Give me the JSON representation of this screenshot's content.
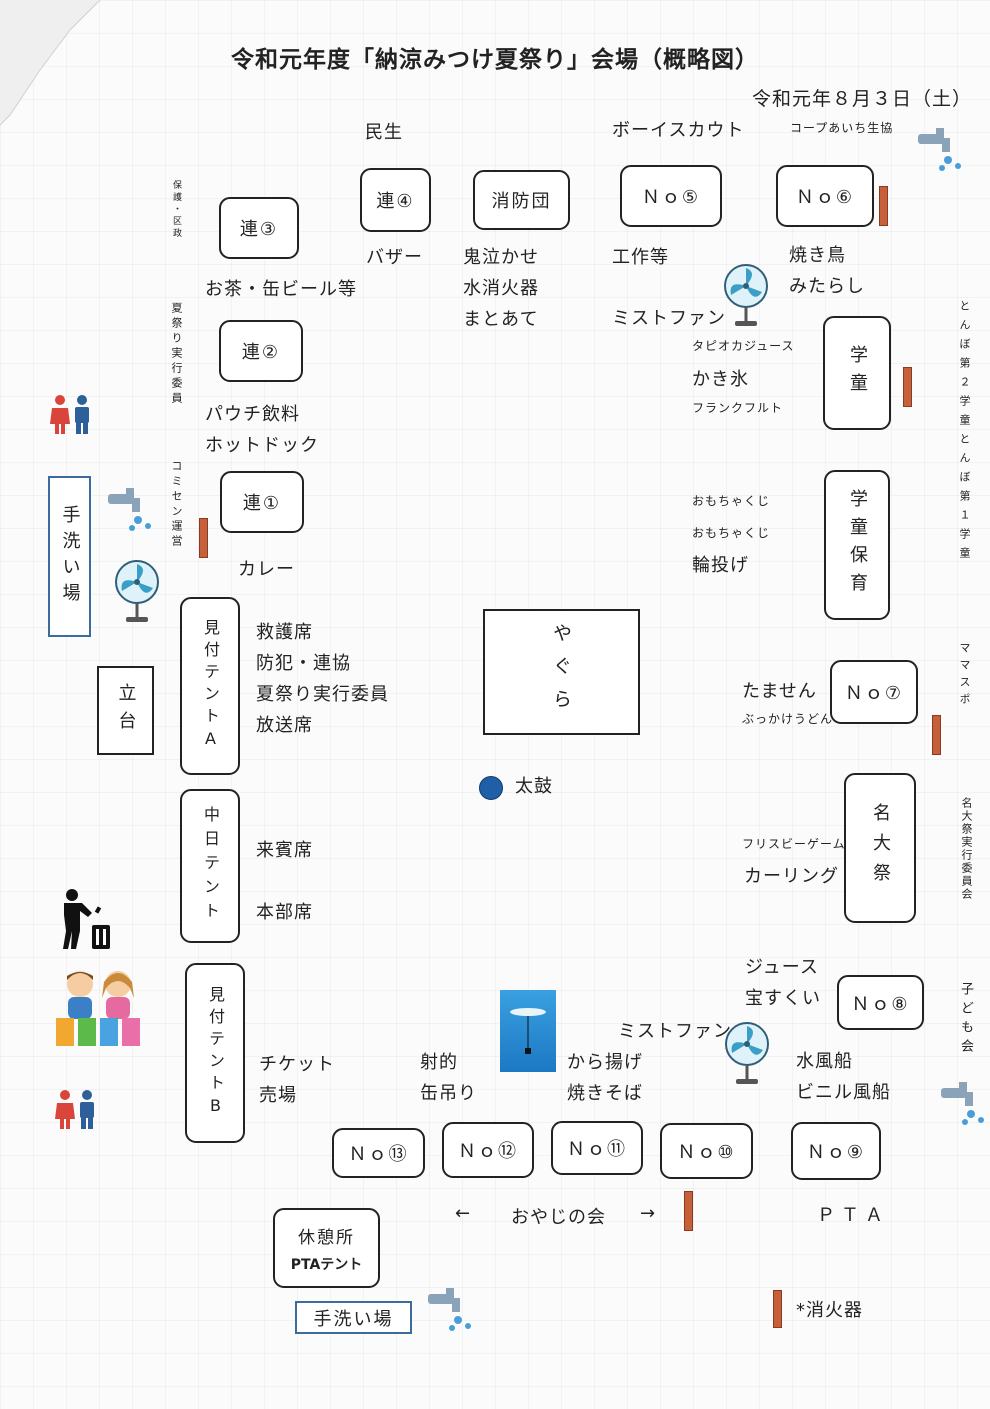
{
  "title": "令和元年度「納涼みつけ夏祭り」会場（概略図）",
  "date": "令和元年８月３日（土）",
  "top_labels": {
    "minsei": "民生",
    "boyscout": "ボーイスカウト",
    "coop": "コープあいち生協"
  },
  "booths": {
    "ren3": "連③",
    "ren4": "連④",
    "shobodan": "消防団",
    "no5": "Ｎｏ⑤",
    "no6": "Ｎｏ⑥",
    "ren2": "連②",
    "ren1": "連①",
    "gakudo": "学童",
    "gakudo_hoiku": "学童保育",
    "yagura": "やぐら",
    "no7": "Ｎｏ⑦",
    "meidaisai": "名大祭",
    "no8": "Ｎｏ⑧",
    "tent_a": "見付テントA",
    "chunichi": "中日テント",
    "tent_b": "見付テントB",
    "tachidai": "立台",
    "no13": "Ｎｏ⑬",
    "no12": "Ｎｏ⑫",
    "no11": "Ｎｏ⑪",
    "no10": "Ｎｏ⑩",
    "no9": "Ｎｏ⑨",
    "kyukeijo_1": "休憩所",
    "kyukeijo_2": "PTAテント",
    "tearai_bottom": "手洗い場",
    "tearai_left": "手洗い場"
  },
  "items": {
    "bazaar": "バザー",
    "onaki": "鬼泣かせ",
    "mizushoka": "水消火器",
    "matoate": "まとあて",
    "kosaku": "工作等",
    "yakitori": "焼き鳥",
    "mitarashi": "みたらし",
    "ocha": "お茶・缶ビール等",
    "mistfan_top": "ミストファン",
    "tapioca": "タピオカジュース",
    "kakigori": "かき氷",
    "frank": "フランクフルト",
    "pouch": "パウチ飲料",
    "hotdog": "ホットドック",
    "omochakuji1": "おもちゃくじ",
    "omochakuji2": "おもちゃくじ",
    "wanage": "輪投げ",
    "curry": "カレー",
    "kyugo": "救護席",
    "bohan": "防犯・連協",
    "natsumatsuri_iin": "夏祭り実行委員",
    "hoso": "放送席",
    "tamasen": "たません",
    "bukkake": "ぶっかけうどん",
    "taiko": "太鼓",
    "raihin": "来賓席",
    "honbu": "本部席",
    "frisbee": "フリスビーゲーム",
    "curling": "カーリング",
    "juice": "ジュース",
    "takarasukui": "宝すくい",
    "mistfan_bottom": "ミストファン",
    "ticket": "チケット",
    "uriba": "売場",
    "shateki": "射的",
    "kantsuri": "缶吊り",
    "karaage": "から揚げ",
    "yakisoba": "焼きそば",
    "mizufusen": "水風船",
    "vinyl": "ビニル風船",
    "left_arrow": "←",
    "oyaji": "おやじの会",
    "right_arrow": "→",
    "pta": "ＰＴＡ",
    "legend_ext": "*消火器"
  },
  "vertical_labels": {
    "hoken": "保護・区政",
    "natsumatsuri": "夏祭り実行委員",
    "komisen": "コミセン運営",
    "tonbo": "とんぼ第２学童とんぼ第１学童",
    "mamasupo": "ママスポ",
    "meidaisai_iin": "名大祭実行委員会",
    "kodomo": "子ども会"
  },
  "colors": {
    "extinguisher": "#c6603a",
    "fan_blue": "#3a9fc7",
    "taiko_blue": "#1e5fa8",
    "faucet_blue": "#4a9ed8",
    "tearai_border": "#3c6b9e"
  }
}
